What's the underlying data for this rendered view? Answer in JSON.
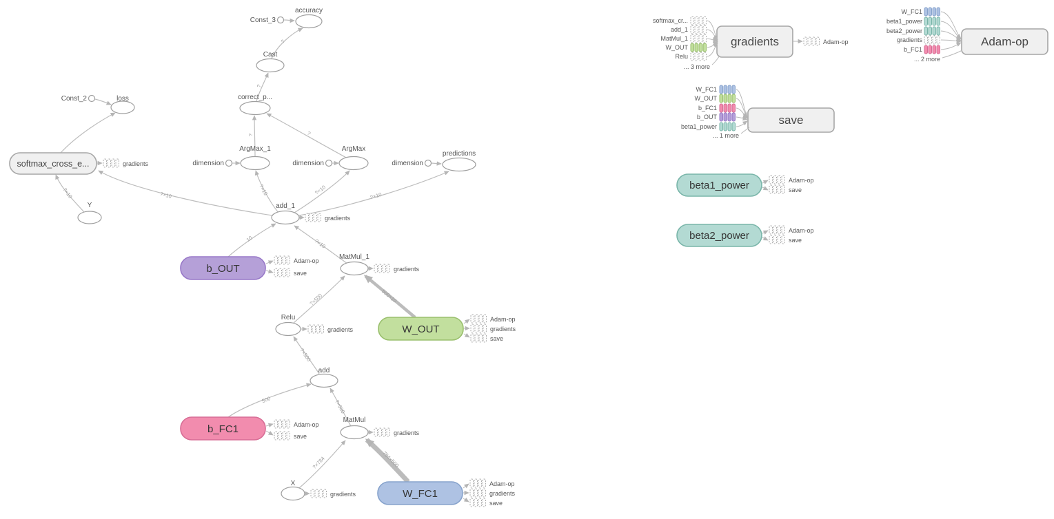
{
  "node_labels": {
    "accuracy": "accuracy",
    "const_3": "Const_3",
    "cast": "Cast",
    "correct_p": "correct_p...",
    "loss": "loss",
    "const_2": "Const_2",
    "softmax": "softmax_cross_e...",
    "argmax_1": "ArgMax_1",
    "argmax": "ArgMax",
    "predictions": "predictions",
    "dimension": "dimension",
    "y": "Y",
    "add_1": "add_1",
    "b_out": "b_OUT",
    "matmul_1": "MatMul_1",
    "relu": "Relu",
    "w_out": "W_OUT",
    "add": "add",
    "b_fc1": "b_FC1",
    "matmul": "MatMul",
    "x": "X",
    "w_fc1": "W_FC1",
    "gradients": "gradients",
    "adam_op": "Adam-op",
    "save": "save",
    "beta1_power": "beta1_power",
    "beta2_power": "beta2_power"
  },
  "stub_labels": {
    "gradients": "gradients",
    "adam_op": "Adam-op",
    "save": "save"
  },
  "aux_nodes": {
    "gradients": {
      "label": "gradients",
      "inputs": [
        "softmax_cr...",
        "add_1",
        "MatMul_1",
        "W_OUT",
        "Relu"
      ],
      "more": "... 3 more",
      "output": "Adam-op"
    },
    "adam_op": {
      "label": "Adam-op",
      "inputs": [
        "W_FC1",
        "beta1_power",
        "beta2_power",
        "gradients",
        "b_FC1"
      ],
      "more": "... 2 more"
    },
    "save": {
      "label": "save",
      "inputs": [
        "W_FC1",
        "W_OUT",
        "b_FC1",
        "b_OUT",
        "beta1_power"
      ],
      "more": "... 1 more"
    }
  },
  "edge_labels": {
    "q": "?",
    "qx10": "?×10",
    "ten": "10",
    "qx500": "?×500",
    "n500": "500",
    "qx784": "?×784",
    "n784x500": "784×500",
    "n500x10": "500×10"
  },
  "colors": {
    "gray_fill": "#f0f0f0",
    "gray_stroke": "#a6a6a6",
    "purple_fill": "#b5a0d8",
    "purple_stroke": "#9878c8",
    "pink_fill": "#f28cae",
    "pink_stroke": "#d76d95",
    "green_fill": "#c2df9e",
    "green_stroke": "#99bf6d",
    "blue_fill": "#aec2e3",
    "blue_stroke": "#87a3cc",
    "teal_fill": "#b3dad3",
    "teal_stroke": "#79b5a9",
    "edge": "#bdbdbd"
  }
}
